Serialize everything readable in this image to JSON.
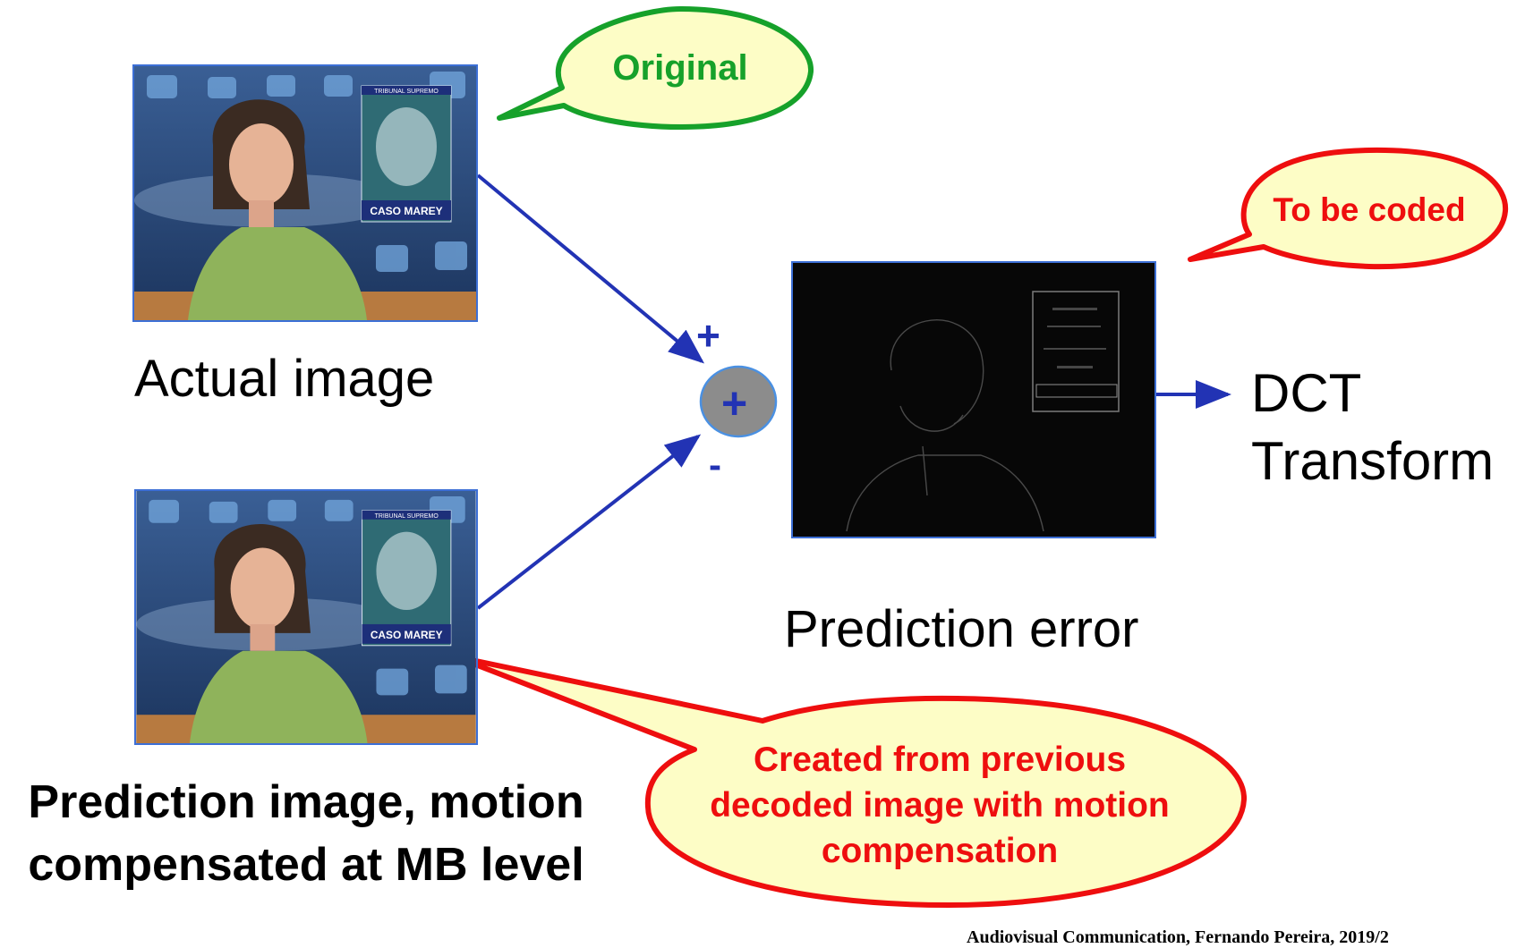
{
  "labels": {
    "actual_image": "Actual image",
    "prediction_image": "Prediction image, motion compensated at MB level",
    "prediction_error": "Prediction error",
    "dct_transform": "DCT Transform"
  },
  "callouts": {
    "original": "Original",
    "to_be_coded": "To be coded",
    "created_from": "Created from previous decoded image with motion compensation"
  },
  "summing_node": {
    "plus_input": "+",
    "center": "+",
    "minus_input": "-"
  },
  "tv_overlay": {
    "header": "TRIBUNAL SUPREMO",
    "caption": "CASO MAREY"
  },
  "footer": "Audiovisual Communication, Fernando Pereira, 2019/2",
  "colors": {
    "arrow_blue": "#2233b4",
    "original_green": "#16a12a",
    "warning_red": "#ee0e0e",
    "bubble_fill": "#fdfdc6",
    "node_gray": "#8c8c8c"
  }
}
